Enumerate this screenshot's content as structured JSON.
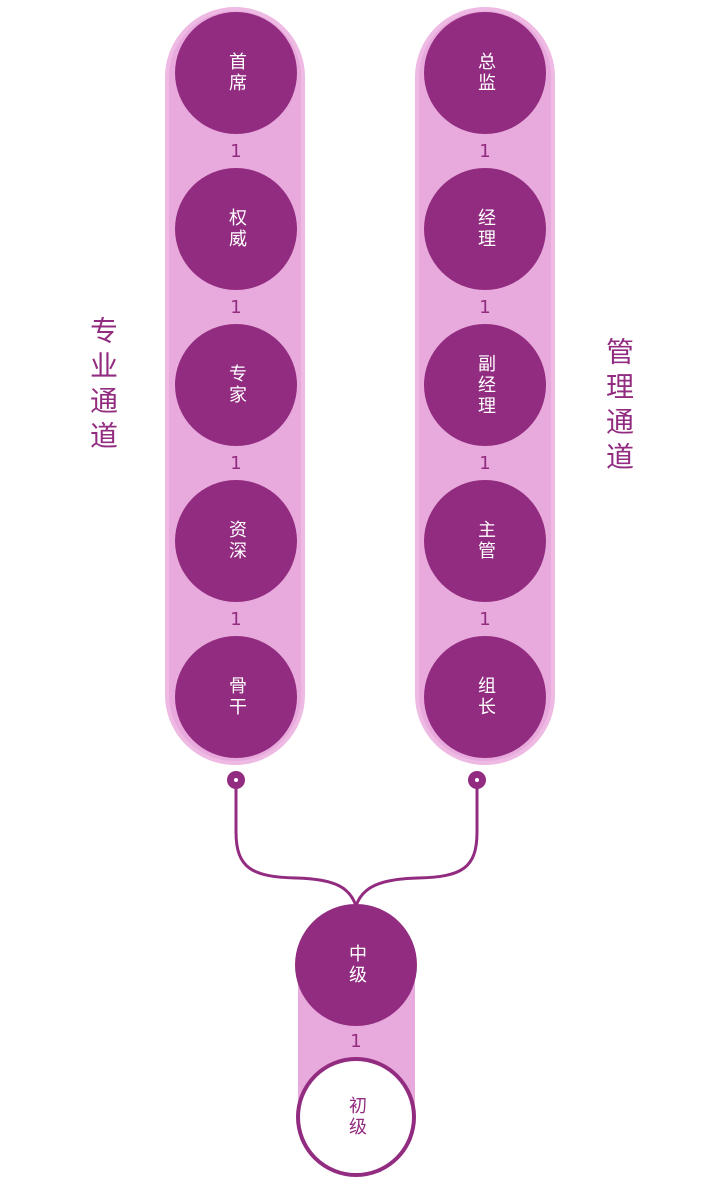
{
  "professional": {
    "title": "专业通道",
    "levels": [
      "首席",
      "权威",
      "专家",
      "资深",
      "骨干"
    ]
  },
  "management": {
    "title": "管理通道",
    "levels": [
      "总监",
      "经理",
      "副经理",
      "主管",
      "组长"
    ]
  },
  "base": {
    "levels": [
      "中级",
      "初级"
    ]
  },
  "connector": "1",
  "colors": {
    "primary": "#922c80",
    "track": "#e8a9dc",
    "background": "#ffffff"
  }
}
